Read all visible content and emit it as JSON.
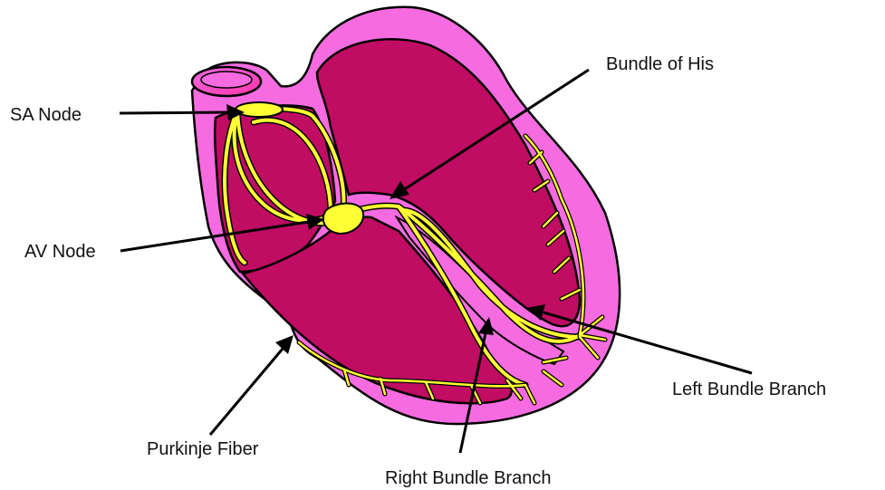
{
  "labels": {
    "sa_node": "SA Node",
    "av_node": "AV Node",
    "purkinje_fiber": "Purkinje Fiber",
    "bundle_of_his": "Bundle of His",
    "left_bundle_branch": "Left Bundle Branch",
    "right_bundle_branch": "Right Bundle Branch"
  },
  "colors": {
    "heart_wall": "#f66ce0",
    "chamber": "#c00c63",
    "conduction": "#ffff33",
    "outline": "#000000",
    "background": "#ffffff"
  }
}
